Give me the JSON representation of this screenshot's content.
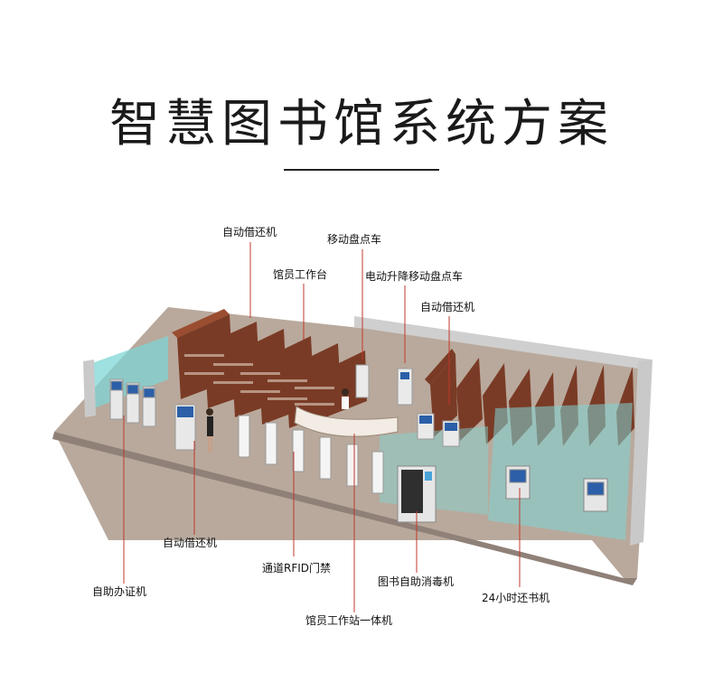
{
  "title": "智慧图书馆系统方案",
  "labels": {
    "self_checkout_top": "自动借还机",
    "mobile_cart": "移动盘点车",
    "staff_desk": "馆员工作台",
    "lift_cart": "电动升降移动盘点车",
    "self_checkout_right": "自动借还机",
    "self_checkout_left": "自动借还机",
    "card_machine": "自助办证机",
    "rfid_gate": "通道RFID门禁",
    "disinfector": "图书自助消毒机",
    "return_24h": "24小时还书机",
    "staff_station": "馆员工作站一体机"
  },
  "colors": {
    "leader": "#c0392b",
    "glass": "#7fd6d6",
    "floor": "#b9a99c",
    "shelf": "#7a3b26",
    "wall": "#c9c9c9"
  }
}
